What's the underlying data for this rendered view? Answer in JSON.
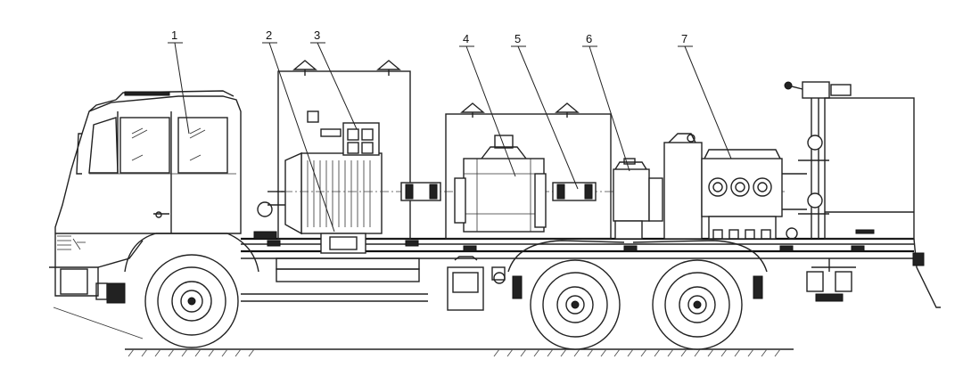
{
  "labels": [
    {
      "id": "1",
      "text": "1"
    },
    {
      "id": "2",
      "text": "2"
    },
    {
      "id": "3",
      "text": "3"
    },
    {
      "id": "4",
      "text": "4"
    },
    {
      "id": "5",
      "text": "5"
    },
    {
      "id": "6",
      "text": "6"
    },
    {
      "id": "7",
      "text": "7"
    }
  ],
  "colors": {
    "line": "#222222",
    "background": "#ffffff"
  }
}
